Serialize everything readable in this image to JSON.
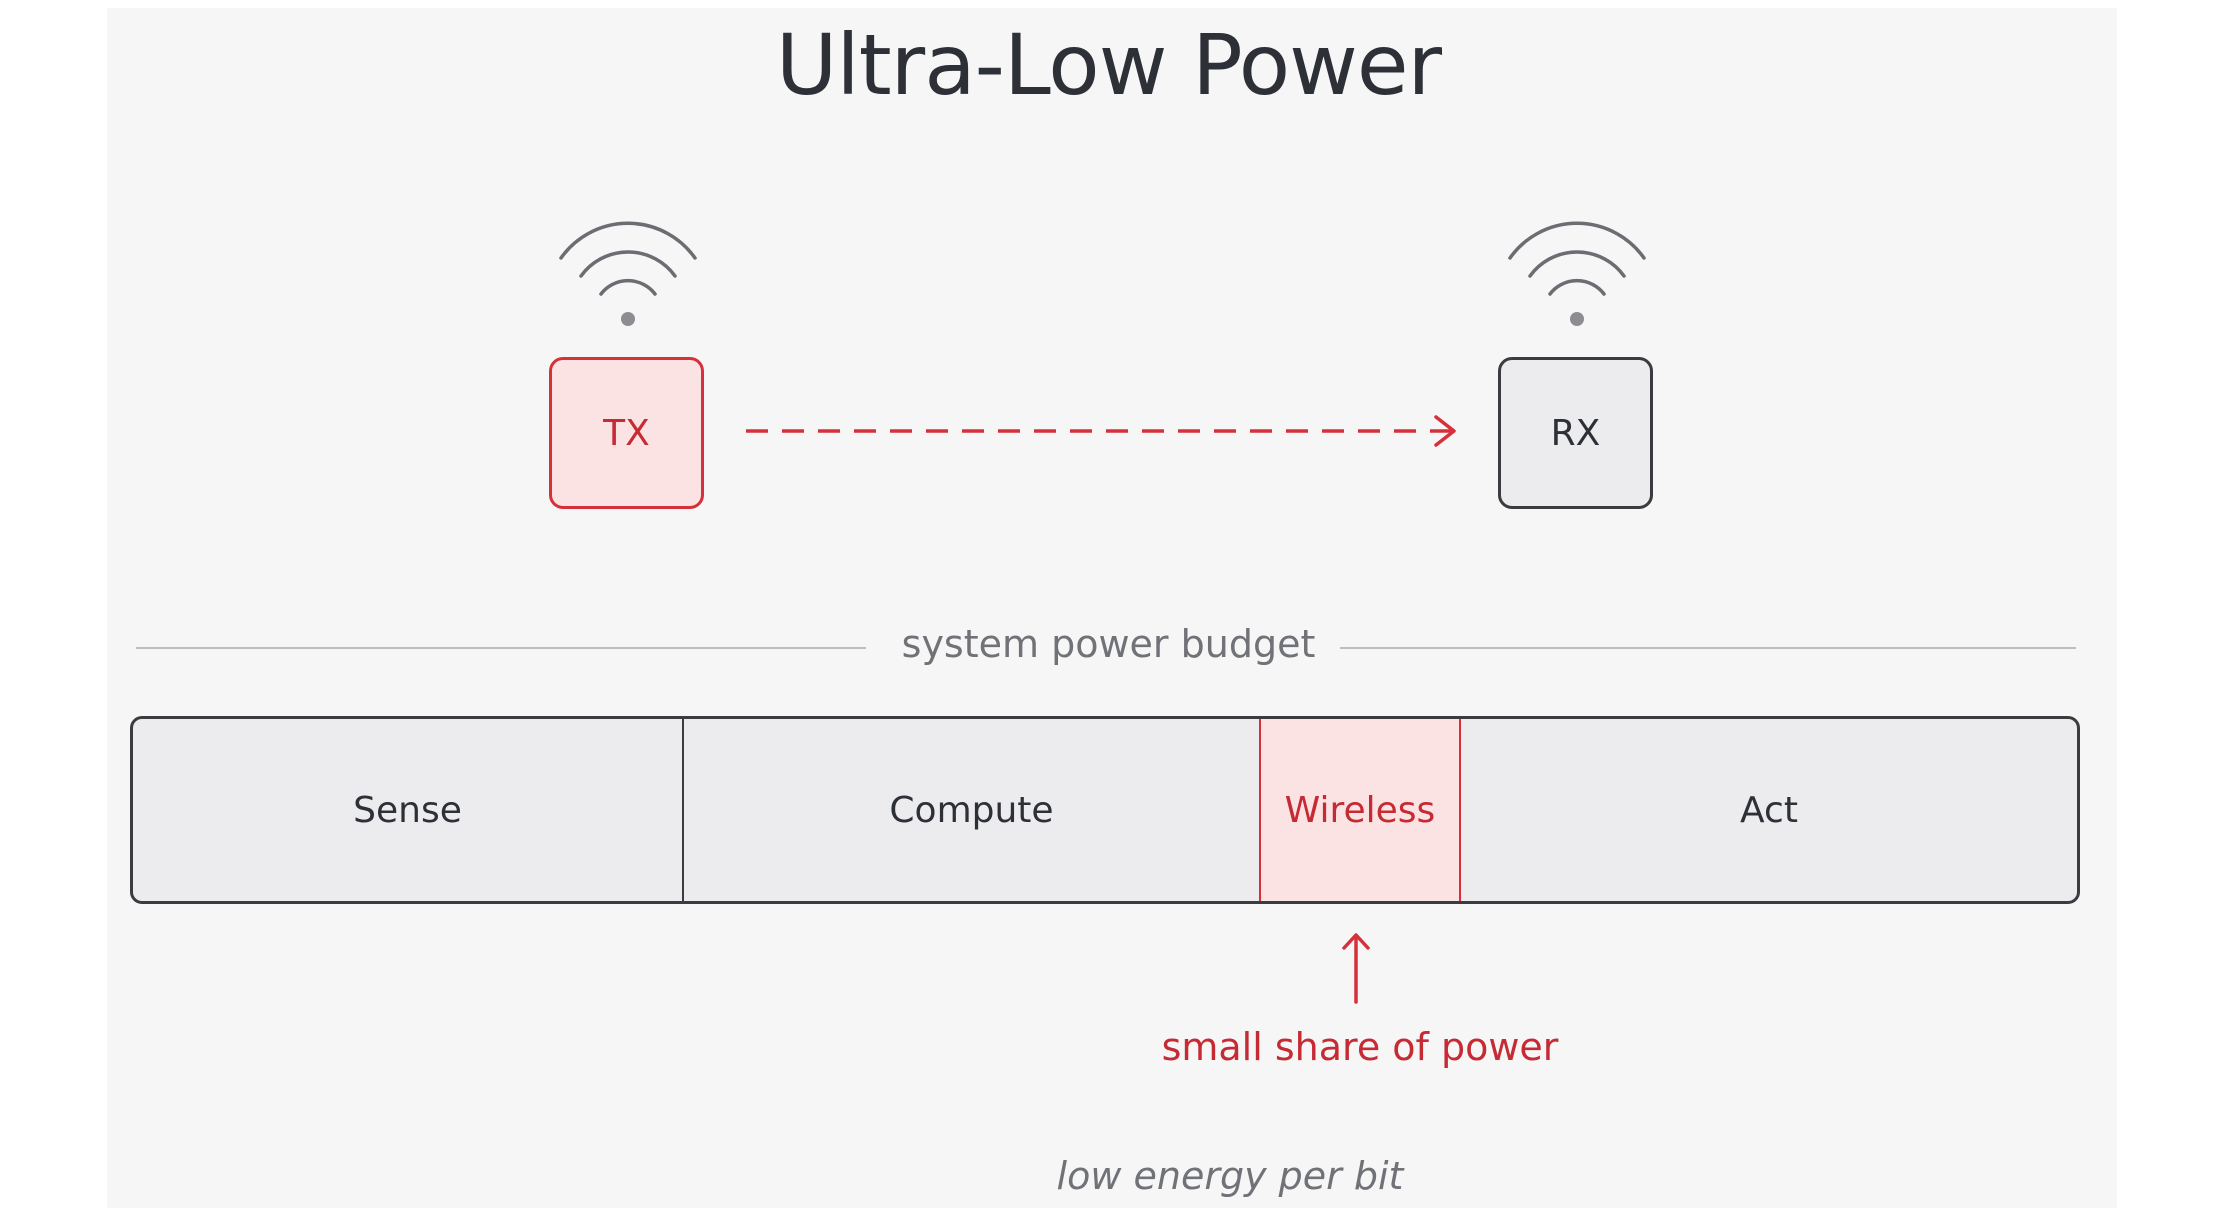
{
  "title": "Ultra-Low Power",
  "nodes": {
    "tx": {
      "label": "TX"
    },
    "rx": {
      "label": "RX"
    }
  },
  "budget": {
    "label": "system power budget",
    "segments": [
      {
        "label": "Sense"
      },
      {
        "label": "Compute"
      },
      {
        "label": "Wireless"
      },
      {
        "label": "Act"
      }
    ]
  },
  "annotation": "small share of power",
  "footer": "low energy per bit",
  "icons": [
    "wifi-icon",
    "wifi-icon",
    "dashed-arrow-icon",
    "up-arrow-icon"
  ],
  "colors": {
    "accent": "#d8303a",
    "accent_fill": "#fbe3e4",
    "text": "#2d3036",
    "muted": "#707277",
    "background": "#f6f6f7"
  }
}
